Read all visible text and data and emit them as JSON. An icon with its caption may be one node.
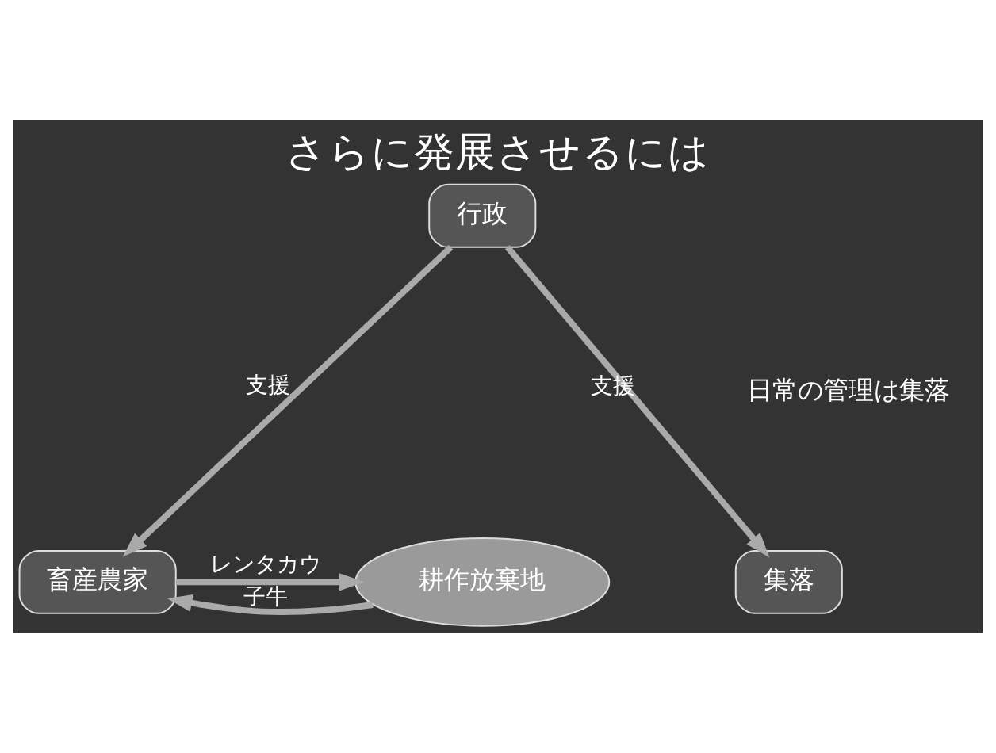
{
  "diagram": {
    "title": "さらに発展させるには",
    "nodes": [
      {
        "text": [
          "行政"
        ]
      },
      {
        "text": [
          "畜産農家"
        ]
      },
      {
        "text": [
          "耕作放棄地"
        ]
      },
      {
        "text": [
          "集落"
        ]
      }
    ],
    "edges": [
      {
        "from": 0,
        "to": 1,
        "arrow": "to",
        "label": "支援"
      },
      {
        "from": 0,
        "to": 3,
        "arrow": "to",
        "label": "支援"
      },
      {
        "from": 1,
        "to": 2,
        "arrow": "to",
        "label": "レンタカウ"
      },
      {
        "from": 2,
        "to": 1,
        "arrow": "to",
        "label": "子牛"
      }
    ],
    "labels": [
      "日常の管理は集落"
    ]
  }
}
